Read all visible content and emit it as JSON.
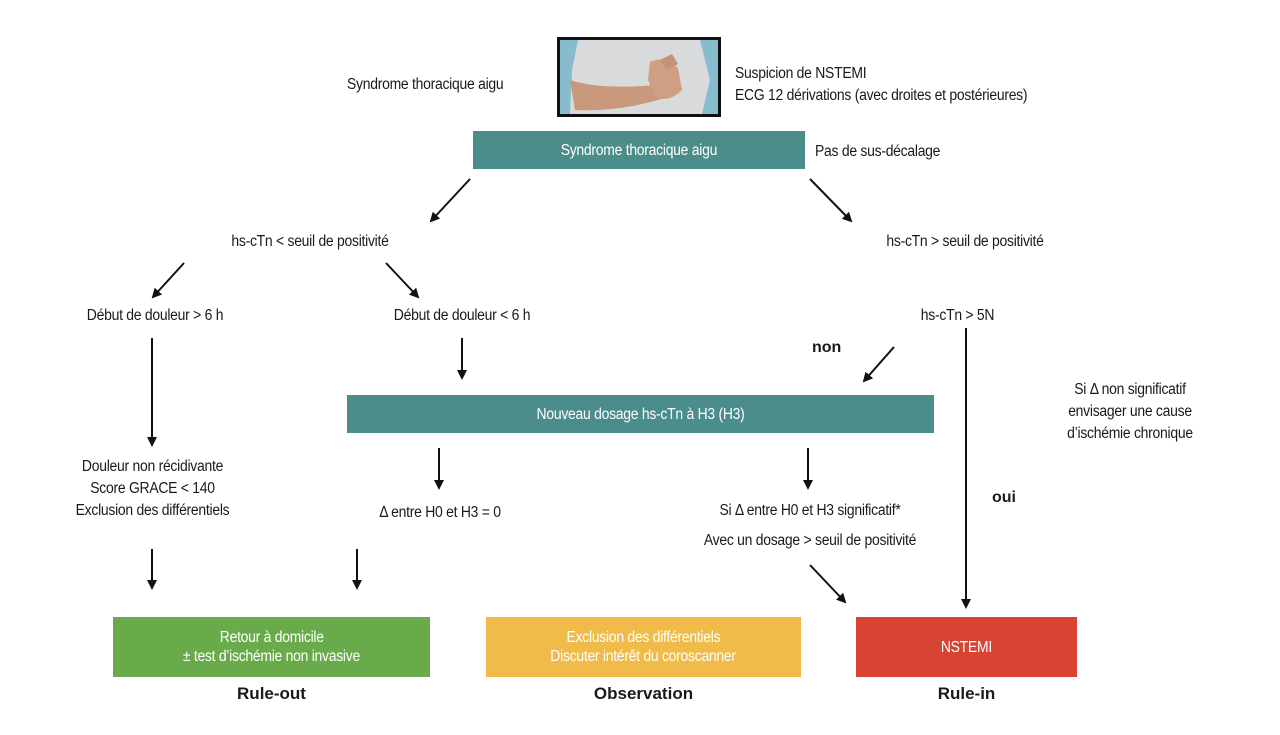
{
  "header": {
    "left_label": "Syndrome thoracique aigu",
    "photo_alt": "chest-pain-photo",
    "right_lines": [
      "Suspicion de NSTEMI",
      "ECG 12 dérivations (avec droites et postérieures)"
    ]
  },
  "top_box": {
    "label": "Syndrome thoracique aigu",
    "side_note": "Pas de sus-décalage"
  },
  "left_branch": {
    "label": "hs-cTn < seuil de positivité",
    "sub_left": {
      "label": "Début de douleur > 6 h",
      "criteria": [
        "Douleur non récidivante",
        "Score GRACE < 140",
        "Exclusion des différentiels"
      ]
    },
    "sub_right": {
      "label": "Début de douleur < 6 h"
    }
  },
  "right_branch": {
    "label": "hs-cTn > seuil de positivité",
    "test": "hs-cTn > 5N",
    "no_label": "non",
    "yes_label": "oui",
    "note": [
      "Si Δ non significatif",
      "envisager une cause",
      "d’ischémie chronique"
    ]
  },
  "retest_box": {
    "label": "Nouveau dosage hs-cTn à H3 (H3)"
  },
  "retest_results": {
    "zero": "Δ entre H0 et H3 = 0",
    "significant": [
      "Si Δ entre H0 et H3 significatif*",
      "Avec un dosage > seuil de positivité"
    ]
  },
  "outcomes": [
    {
      "id": "rule-out",
      "lines": [
        "Retour à domicile",
        "± test d’ischémie non invasive"
      ],
      "caption": "Rule-out",
      "color": "#69ab4b"
    },
    {
      "id": "observation",
      "lines": [
        "Exclusion des différentiels",
        "Discuter intérêt du coroscanner"
      ],
      "caption": "Observation",
      "color": "#f0bb48"
    },
    {
      "id": "rule-in",
      "lines": [
        "NSTEMI"
      ],
      "caption": "Rule-in",
      "color": "#d74431"
    }
  ],
  "colors": {
    "teal": "#4a8d8a",
    "arrow": "#111111"
  }
}
